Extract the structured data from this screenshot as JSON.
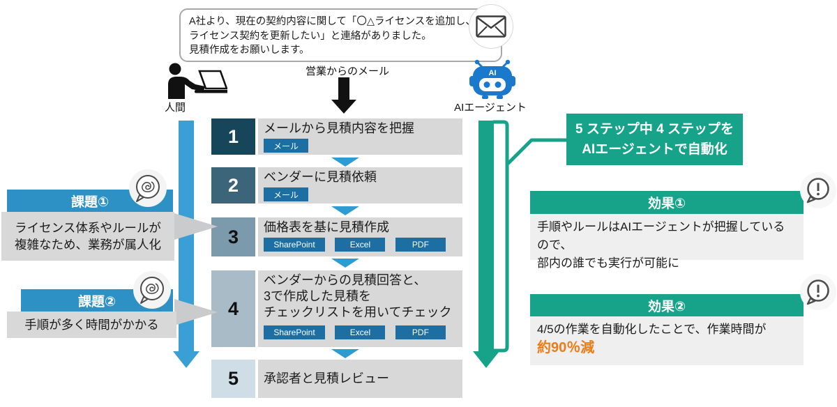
{
  "colors": {
    "accent_blue": "#2F96CC",
    "accent_green": "#17A38A",
    "tag_blue": "#1D6FA3",
    "highlight_orange": "#EB7D18",
    "robot_blue": "#1A79CD"
  },
  "bubble": {
    "lines": [
      "A社より、現在の契約内容に関して「〇△ライセンスを追加し、",
      "ライセンス契約を更新したい」と連絡がありました。",
      "見積作成をお願いします。"
    ]
  },
  "labels": {
    "mail_from_sales": "営業からのメール",
    "human": "人間",
    "ai_agent": "AIエージェント",
    "robot_head": "AI"
  },
  "steps": [
    {
      "num": "1",
      "lines": [
        "メールから見積内容を把握"
      ],
      "tags": [
        "メール"
      ]
    },
    {
      "num": "2",
      "lines": [
        "ベンダーに見積依頼"
      ],
      "tags": [
        "メール"
      ]
    },
    {
      "num": "3",
      "lines": [
        "価格表を基に見積作成"
      ],
      "tags": [
        "SharePoint",
        "Excel",
        "PDF"
      ]
    },
    {
      "num": "4",
      "lines": [
        "ベンダーからの見積回答と、",
        "3で作成した見積を",
        "チェックリストを用いてチェック"
      ],
      "tags": [
        "SharePoint",
        "Excel",
        "PDF"
      ]
    },
    {
      "num": "5",
      "lines": [
        "承認者と見積レビュー"
      ],
      "tags": []
    }
  ],
  "issues": [
    {
      "title": "課題①",
      "lines": [
        "ライセンス体系やルールが",
        "複雑なため、業務が属人化"
      ]
    },
    {
      "title": "課題②",
      "lines": [
        "手順が多く時間がかかる"
      ]
    }
  ],
  "automation_note": {
    "lines": [
      "5 ステップ中 4 ステップを",
      "AIエージェントで自動化"
    ]
  },
  "effects": [
    {
      "title": "効果①",
      "lines": [
        "手順やルールはAIエージェントが把握しているので、",
        "部内の誰でも実行が可能に"
      ],
      "highlight": ""
    },
    {
      "title": "効果②",
      "lines": [
        "4/5の作業を自動化したことで、作業時間が"
      ],
      "highlight": "約90％減"
    }
  ]
}
